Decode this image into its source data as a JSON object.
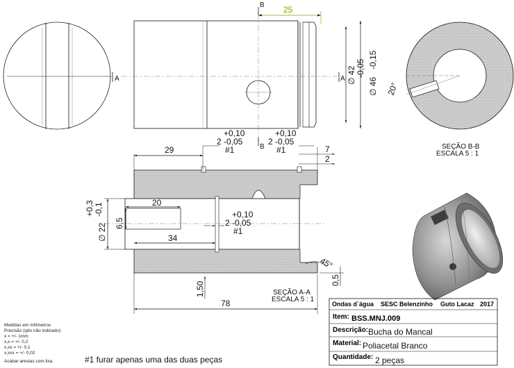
{
  "front_view": {
    "section_marker": "B",
    "dim_top": "25",
    "dim_dia_outer": "∅ 46",
    "dim_dia_outer_tol": "-0,05\n-0,15",
    "dim_dia_inner": "∅ 42",
    "section_a_marker": "A",
    "groove_tol_left": "+0,10",
    "groove_nom_left": "2 -0,05",
    "groove_ref_left": "#1",
    "groove_tol_right": "+0,10",
    "groove_nom_right": "2 -0,05",
    "groove_ref_right": "#1"
  },
  "section_bb": {
    "angle": "20°",
    "title": "SEÇÃO B-B",
    "scale": "ESCALA 5 : 1"
  },
  "section_aa": {
    "dim_29": "29",
    "dim_7": "7",
    "dim_2": "2",
    "dim_20": "20",
    "dim_65": "6,5",
    "dim_34": "34",
    "dim_dia22": "∅ 22",
    "dim_dia22_tol_plus": "+0,3",
    "dim_dia22_tol_minus": "-0,1",
    "hole_tol": "+0,10",
    "hole_nom": "2 -0,05",
    "hole_ref": "#1",
    "chamfer": "45°",
    "dim_05": "0,5",
    "dim_150": "1,50",
    "dim_78": "78",
    "title": "SEÇÃO A-A",
    "scale": "ESCALA 5 : 1"
  },
  "notes": {
    "lines": [
      "Medidas em milímetros",
      "Precisão (qdo não indicado):",
      "x = +/- 1mm",
      "x,x = +/- 0,2",
      "x,xx = +/- 0,1",
      "x,xxx = +/- 0,02"
    ],
    "finish": "Acabar arestas com lixa",
    "footnote": "#1 furar apenas uma das duas peças"
  },
  "title_block": {
    "header": [
      "Ondas d`água",
      "SESC Belenzinho",
      "Guto Lacaz",
      "2017"
    ],
    "item_label": "Item:",
    "item_value": "BSS.MNJ.009",
    "desc_label": "Descrição:",
    "desc_value": "Bucha do Mancal",
    "material_label": "Material:",
    "material_value": "Poliacetal Branco",
    "qty_label": "Quantidade:",
    "qty_value": "2 peças"
  },
  "colors": {
    "line": "#111111",
    "hatch": "#bdbdbd",
    "accent_dim": "#8aa000",
    "render_body": "#9a9a9a"
  }
}
